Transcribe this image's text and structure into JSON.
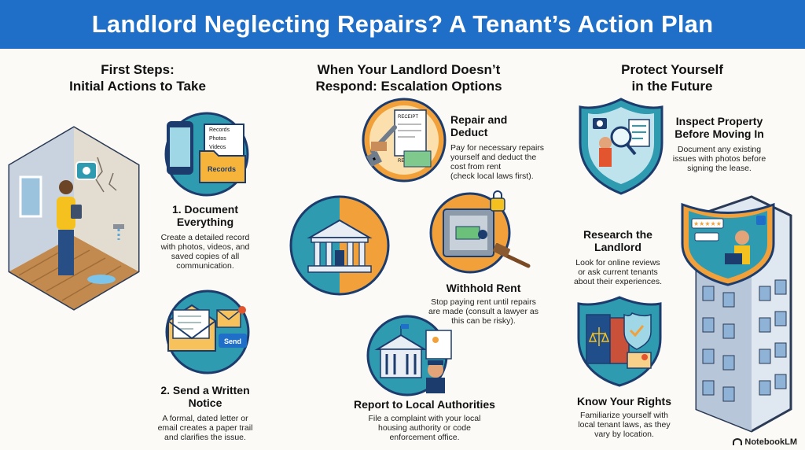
{
  "title": "Landlord Neglecting Repairs? A Tenant’s Action Plan",
  "columns": {
    "first": {
      "line1": "First Steps:",
      "line2": "Initial Actions to Take"
    },
    "escalation": {
      "line1": "When Your Landlord Doesn’t",
      "line2": "Respond: Escalation Options"
    },
    "protect": {
      "line1": "Protect Yourself",
      "line2": "in the Future"
    }
  },
  "steps": {
    "document": {
      "title1": "1. Document",
      "title2": "Everything",
      "desc": [
        "Create a detailed record",
        "with photos, videos, and",
        "saved copies of all",
        "communication."
      ]
    },
    "notice": {
      "title1": "2. Send a Written",
      "title2": "Notice",
      "desc": [
        "A formal, dated letter or",
        "email creates a paper trail",
        "and clarifies the issue."
      ]
    },
    "repair": {
      "title1": "Repair and",
      "title2": "Deduct",
      "desc": [
        "Pay for necessary repairs",
        "yourself and deduct the",
        "cost from rent",
        "(check local laws first)."
      ]
    },
    "withhold": {
      "title1": "Withhold Rent",
      "desc": [
        "Stop paying rent until repairs",
        "are made (consult a lawyer as",
        "this can be risky)."
      ]
    },
    "report": {
      "title1": "Report to Local Authorities",
      "desc": [
        "File a complaint with your local",
        "housing authority or code",
        "enforcement office."
      ]
    },
    "inspect": {
      "title1": "Inspect Property",
      "title2": "Before Moving In",
      "desc": [
        "Document any existing",
        "issues with photos before",
        "signing the lease."
      ]
    },
    "research": {
      "title1": "Research the",
      "title2": "Landlord",
      "desc": [
        "Look for online reviews",
        "or ask current tenants",
        "about their experiences."
      ]
    },
    "rights": {
      "title1": "Know Your Rights",
      "desc": [
        "Familiarize yourself with",
        "local tenant laws, as they",
        "vary by location."
      ]
    }
  },
  "illustration_labels": {
    "records": "Records",
    "photos": "Photos",
    "videos": "Videos",
    "folder": "Records",
    "send": "Send",
    "receipt": "RECEIPT",
    "rent": "RENT"
  },
  "brand": "NotebookLM",
  "colors": {
    "banner": "#1f6fc9",
    "teal": "#2f9bb0",
    "orange": "#f2a13a",
    "navy": "#1d3c6e"
  }
}
